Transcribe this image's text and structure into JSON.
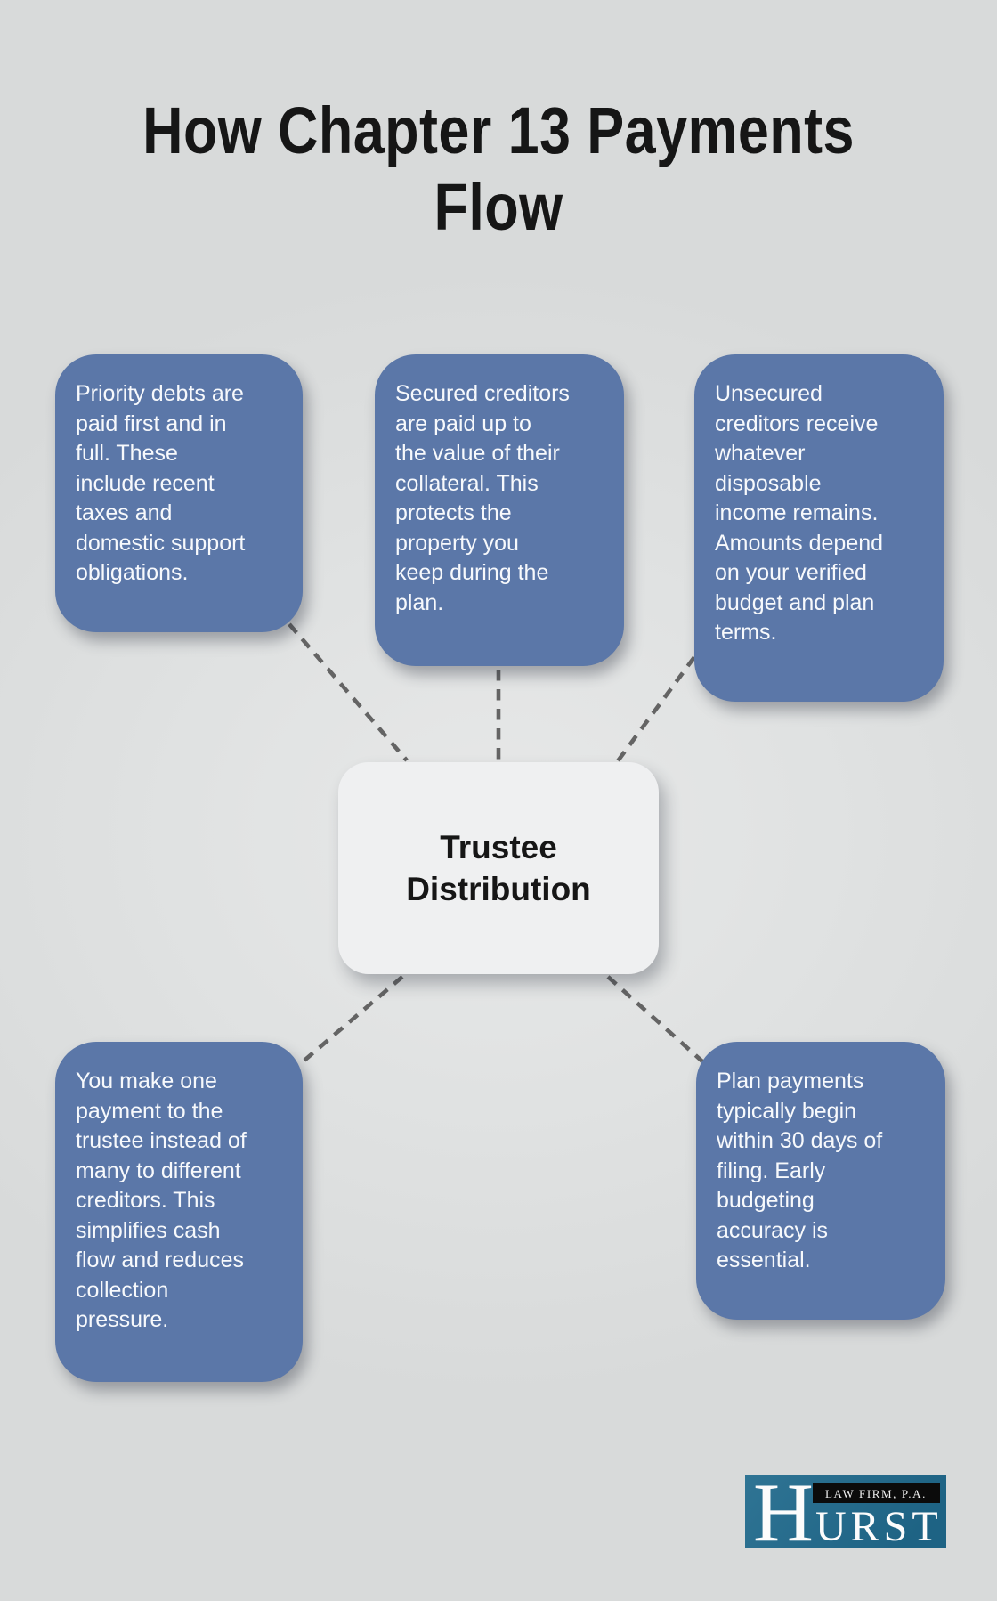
{
  "title": {
    "line1": "How Chapter 13 Payments",
    "line2": "Flow"
  },
  "center_node": {
    "line1": "Trustee",
    "line2": "Distribution"
  },
  "nodes": [
    {
      "id": "priority-debts",
      "text": "Priority debts are\npaid first and in\nfull. These\ninclude recent\ntaxes and\ndomestic support\nobligations."
    },
    {
      "id": "secured-creditors",
      "text": "Secured creditors\nare paid up to\nthe value of their\ncollateral. This\nprotects the\nproperty you\nkeep during the\nplan."
    },
    {
      "id": "unsecured-creditors",
      "text": "Unsecured\ncreditors receive\nwhatever\ndisposable\nincome remains.\nAmounts depend\non your verified\nbudget and plan\nterms."
    },
    {
      "id": "single-payment",
      "text": "You make one\npayment to the\ntrustee instead of\nmany to different\ncreditors. This\nsimplifies cash\nflow and reduces\ncollection\npressure."
    },
    {
      "id": "plan-timing",
      "text": "Plan payments\ntypically begin\nwithin 30 days of\nfiling. Early\nbudgeting\naccuracy is\nessential."
    }
  ],
  "logo": {
    "initial": "H",
    "wordmark_rest": "URST",
    "tagline": "LAW FIRM, P.A."
  },
  "colors": {
    "background": "#dfe1e1",
    "node_fill": "#5b77a8",
    "node_text": "#f7f9fc",
    "center_fill": "#eff0f1",
    "title_text": "#161616",
    "connector": "#646464",
    "logo_teal": "#276d8e",
    "logo_bar": "#0b0b0b"
  }
}
